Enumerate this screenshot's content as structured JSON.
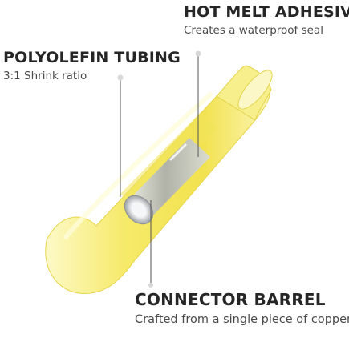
{
  "callouts": {
    "hot_melt": {
      "title": "HOT MELT ADHESIVE",
      "subtitle": "Creates a waterproof seal"
    },
    "polyolefin": {
      "title": "POLYOLEFIN TUBING",
      "subtitle": "3:1 Shrink ratio"
    },
    "barrel": {
      "title": "CONNECTOR BARREL",
      "subtitle": "Crafted from a single piece of copper"
    }
  },
  "colors": {
    "tubing_yellow": "#f7ec6e",
    "tubing_light": "#fbf6b8",
    "tubing_shadow": "#e9d94a",
    "barrel_grey": "#b9bcbf",
    "leader_line": "#555555",
    "leader_dot": "#d8d8d8",
    "text_dark": "#262626"
  }
}
